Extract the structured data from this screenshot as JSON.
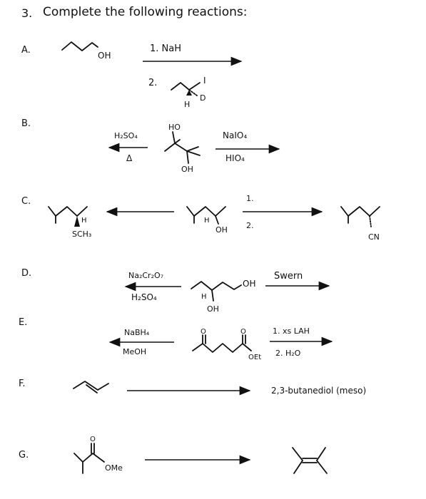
{
  "header": {
    "number": "3.",
    "title": "Complete the following reactions:"
  },
  "problems": [
    {
      "label": "A.",
      "labels": [
        "OH",
        "H",
        "I",
        "D"
      ],
      "reagents_above": [
        "1. NaH"
      ],
      "reagents_below": [
        "2."
      ]
    },
    {
      "label": "B.",
      "labels": [
        "HO",
        "OH"
      ],
      "left_above": "H₂SO₄",
      "left_below": "Δ",
      "right_above": "NaIO₄",
      "right_below": "HIO₄"
    },
    {
      "label": "C.",
      "labels": [
        "H",
        "SCH₃",
        "H",
        "OH",
        "CN"
      ],
      "right_above": "1.",
      "right_below": "2."
    },
    {
      "label": "D.",
      "labels": [
        "OH",
        "H",
        "OH"
      ],
      "left_above": "Na₂Cr₂O₇",
      "left_below": "H₂SO₄",
      "right_above": "Swern"
    },
    {
      "label": "E.",
      "labels": [
        "O",
        "O",
        "OEt"
      ],
      "left_above": "NaBH₄",
      "left_below": "MeOH",
      "right_above": "1. xs LAH",
      "right_below": "2. H₂O"
    },
    {
      "label": "F.",
      "product": "2,3-butanediol (meso)"
    },
    {
      "label": "G.",
      "labels": [
        "O",
        "OMe"
      ]
    }
  ]
}
